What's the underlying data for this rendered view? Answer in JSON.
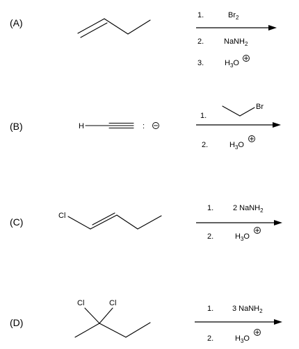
{
  "reactions": [
    {
      "label": "(A)",
      "steps": [
        {
          "num": "1.",
          "text": "Br",
          "sub": "2"
        },
        {
          "num": "2.",
          "text": "NaNH",
          "sub": "2"
        },
        {
          "num": "3.",
          "text": "H",
          "sub": "3",
          "tail": "O",
          "charge": "+"
        }
      ]
    },
    {
      "label": "(B)",
      "start_atoms": {
        "h": "H",
        "dots": ":"
      },
      "step1_atom": "Br",
      "steps": [
        {
          "num": "1."
        },
        {
          "num": "2.",
          "text": "H",
          "sub": "3",
          "tail": "O",
          "charge": "+"
        }
      ]
    },
    {
      "label": "(C)",
      "start_atoms": {
        "cl": "Cl"
      },
      "steps": [
        {
          "num": "1.",
          "text": "2 NaNH",
          "sub": "2"
        },
        {
          "num": "2.",
          "text": "H",
          "sub": "3",
          "tail": "O",
          "charge": "+"
        }
      ]
    },
    {
      "label": "(D)",
      "start_atoms": {
        "cl1": "Cl",
        "cl2": "Cl"
      },
      "steps": [
        {
          "num": "1.",
          "text": "3 NaNH",
          "sub": "2"
        },
        {
          "num": "2.",
          "text": "H",
          "sub": "3",
          "tail": "O",
          "charge": "+"
        }
      ]
    }
  ]
}
